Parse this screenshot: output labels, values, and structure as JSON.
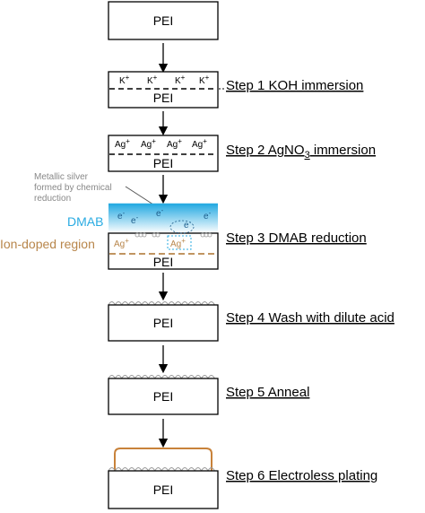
{
  "substrate_label": "PEI",
  "steps": [
    {
      "label": "Step 1  KOH immersion"
    },
    {
      "label": "Step 2  AgNO",
      "sub": "3",
      "suffix": " immersion"
    },
    {
      "label": "Step 3  DMAB reduction"
    },
    {
      "label": "Step 4  Wash with dilute acid"
    },
    {
      "label": "Step 5  Anneal"
    },
    {
      "label": "Step 6  Electroless plating"
    }
  ],
  "ions": {
    "potassium": "K",
    "silver": "Ag",
    "charge": "+",
    "electron": "e",
    "electron_charge": "-"
  },
  "annotations": {
    "metallic_silver": [
      "Metallic silver",
      "formed by chemical",
      "reduction"
    ],
    "dmab": "DMAB",
    "ion_doped_region": "Ion-doped region"
  },
  "colors": {
    "dmab": "#29abe2",
    "ion_region": "#b8864b",
    "electron": "#1f5e8c",
    "note": "#888888",
    "plating": "#c8823a"
  }
}
